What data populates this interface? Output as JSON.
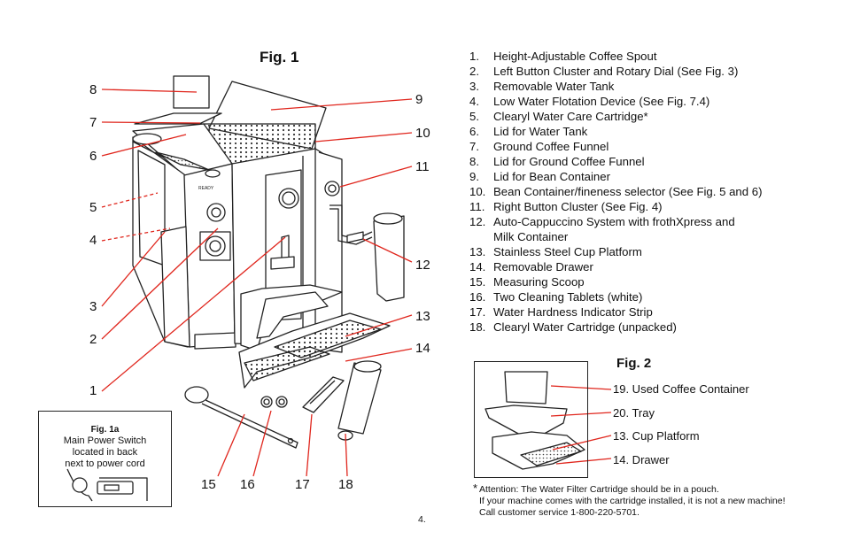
{
  "fig1": {
    "title": "Fig. 1",
    "callouts": [
      "1",
      "2",
      "3",
      "4",
      "5",
      "6",
      "7",
      "8",
      "9",
      "10",
      "11",
      "12",
      "13",
      "14",
      "15",
      "16",
      "17",
      "18"
    ],
    "machine_label": "READY"
  },
  "parts": [
    {
      "num": "1.",
      "text": "Height-Adjustable Coffee Spout"
    },
    {
      "num": "2.",
      "text": "Left Button Cluster and Rotary Dial (See Fig. 3)"
    },
    {
      "num": "3.",
      "text": "Removable Water Tank"
    },
    {
      "num": "4.",
      "text": "Low Water Flotation Device (See Fig. 7.4)"
    },
    {
      "num": "5.",
      "text": "Clearyl Water Care Cartridge*"
    },
    {
      "num": "6.",
      "text": "Lid for Water Tank"
    },
    {
      "num": "7.",
      "text": "Ground Coffee Funnel"
    },
    {
      "num": "8.",
      "text": "Lid for Ground Coffee Funnel"
    },
    {
      "num": "9.",
      "text": "Lid for Bean Container"
    },
    {
      "num": "10.",
      "text": "Bean Container/fineness selector (See Fig. 5 and 6)"
    },
    {
      "num": "11.",
      "text": "Right Button Cluster (See Fig. 4)"
    },
    {
      "num": "12.",
      "text": "Auto-Cappuccino System with frothXpress and",
      "text2": "Milk Container"
    },
    {
      "num": "13.",
      "text": "Stainless Steel Cup Platform"
    },
    {
      "num": "14.",
      "text": "Removable Drawer"
    },
    {
      "num": "15.",
      "text": "Measuring Scoop"
    },
    {
      "num": "16.",
      "text": "Two Cleaning Tablets (white)"
    },
    {
      "num": "17.",
      "text": "Water Hardness Indicator Strip"
    },
    {
      "num": "18.",
      "text": "Clearyl Water Cartridge (unpacked)"
    }
  ],
  "fig1a": {
    "title": "Fig. 1a",
    "line1": "Main Power Switch",
    "line2": "located in back",
    "line3": "next to power cord"
  },
  "fig2": {
    "title": "Fig. 2",
    "labels": [
      "19. Used Coffee Container",
      "20. Tray",
      "13. Cup Platform",
      "14. Drawer"
    ]
  },
  "footnote": {
    "star": "*",
    "line1": "Attention: The Water Filter Cartridge should be in a pouch.",
    "line2": "If your machine comes with the cartridge installed, it is not a new machine!",
    "line3": "Call customer service 1-800-220-5701."
  },
  "page_number": "4."
}
